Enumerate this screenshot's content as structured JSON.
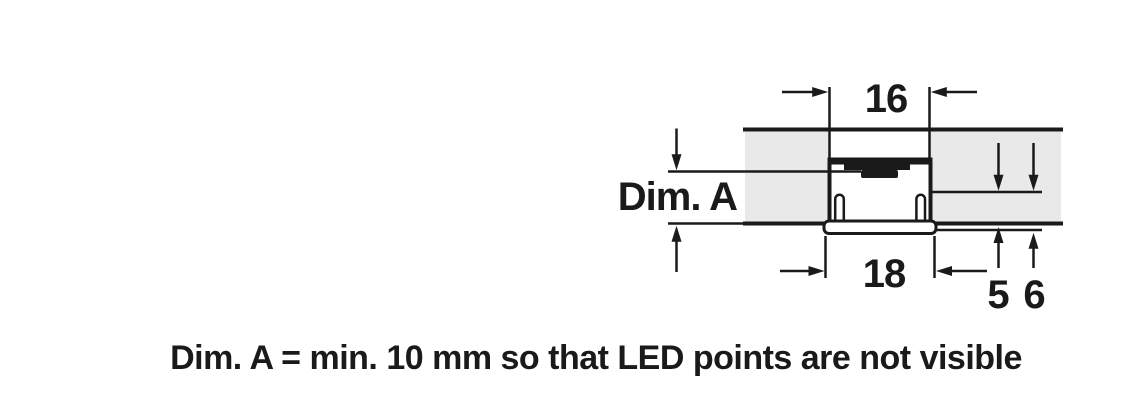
{
  "diagram": {
    "dimensions": {
      "top_width_mm": "16",
      "bottom_width_mm": "18",
      "recess_depth_mm": "5",
      "total_depth_mm": "6",
      "sight_line_label": "Dim. A"
    },
    "caption": "Dim. A = min. 10 mm so that LED points are not visible",
    "colors": {
      "ink": "#1a1a1a",
      "panel_fill": "#e9e9e9",
      "paper": "#ffffff"
    }
  }
}
